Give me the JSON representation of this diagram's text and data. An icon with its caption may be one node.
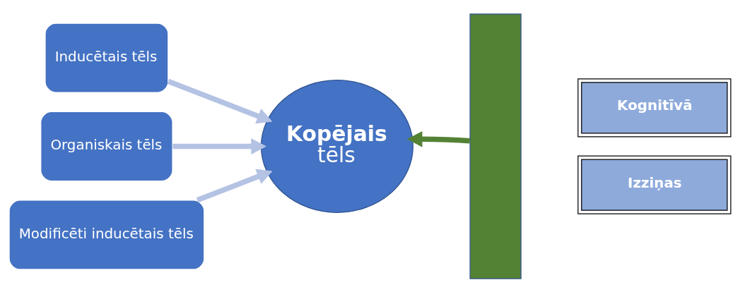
{
  "diagram": {
    "nodes": [
      {
        "text": [
          "Inducētais tēls"
        ]
      },
      {
        "text": [
          "Organiskais tēls"
        ]
      },
      {
        "text": [
          "Modificēti inducētais tēls"
        ]
      },
      {
        "text": [
          "Kopējais",
          "tēls"
        ]
      },
      {
        "text": [],
        "shape": "bar"
      },
      {
        "text": [
          "Kognitīvā"
        ]
      },
      {
        "text": [
          "Izziņas"
        ]
      }
    ],
    "edges": [
      {
        "from": 0,
        "to": 3,
        "arrow": "to"
      },
      {
        "from": 1,
        "to": 3,
        "arrow": "to"
      },
      {
        "from": 2,
        "to": 3,
        "arrow": "to"
      },
      {
        "from": 4,
        "to": 3,
        "arrow": "to",
        "color": "#548235"
      }
    ]
  }
}
